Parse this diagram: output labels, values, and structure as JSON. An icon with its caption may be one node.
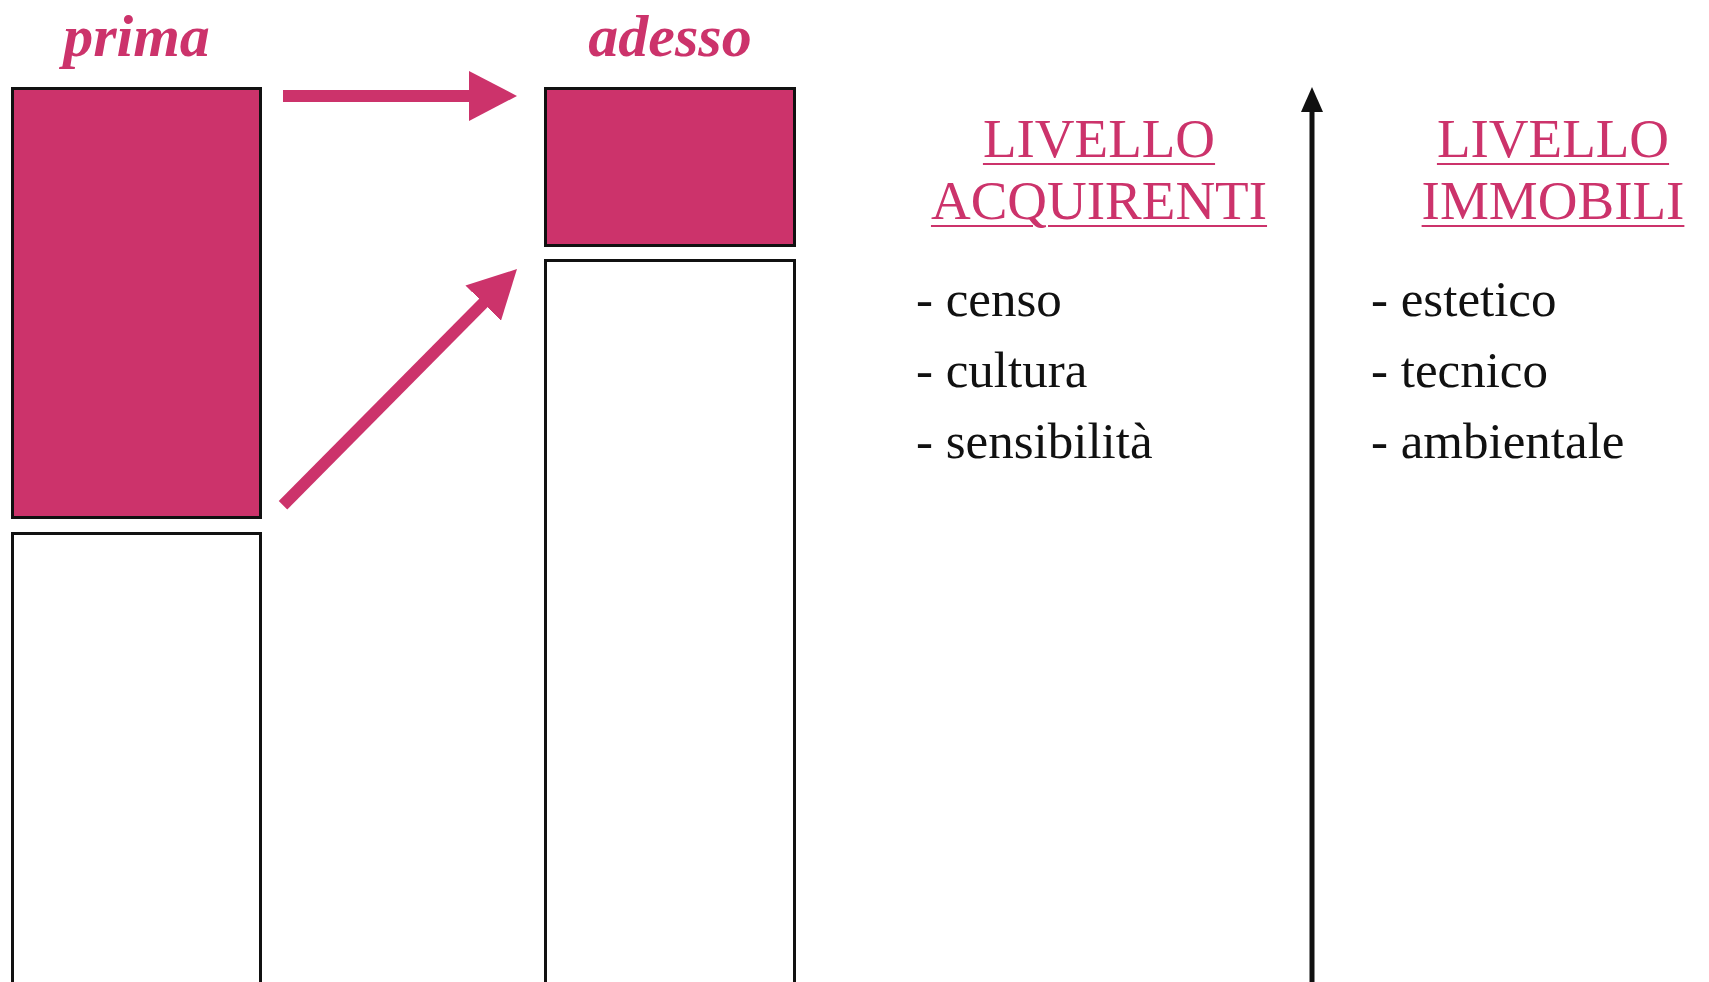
{
  "diagram": {
    "nodes": [
      {
        "text": [
          "prima"
        ]
      },
      {
        "text": [],
        "shape": "box"
      },
      {
        "text": [
          "adesso"
        ]
      },
      {
        "text": [],
        "shape": "box"
      }
    ],
    "edges": [
      {
        "from": 0,
        "to": 2,
        "arrow": "to"
      },
      {
        "from": 0,
        "to": 3,
        "arrow": "to"
      }
    ],
    "labels": [
      "LIVELLO ACQUIRENTI",
      "- censo",
      "- cultura",
      "- sensibilità",
      "LIVELLO IMMOBILI",
      "- estetico",
      "- tecnico",
      "- ambientale"
    ]
  }
}
